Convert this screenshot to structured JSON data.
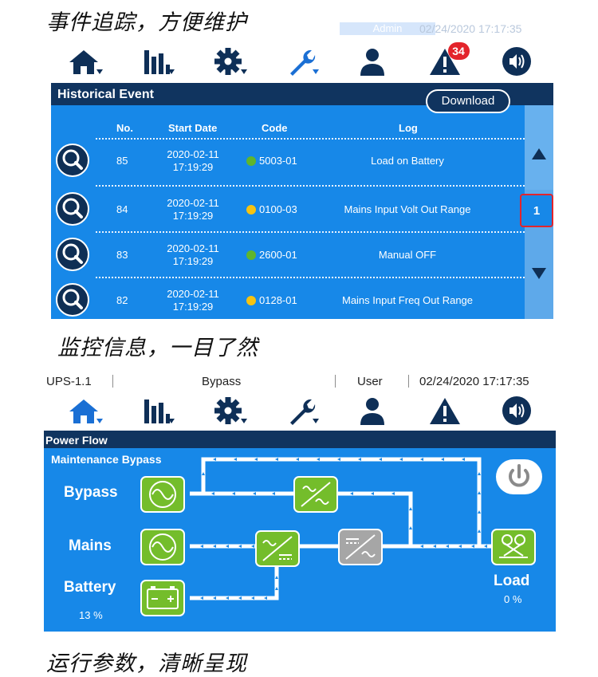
{
  "captions": {
    "top": "事件追踪，方便维护",
    "middle": "监控信息，一目了然",
    "bottom": "运行参数，清晰呈现"
  },
  "panel1": {
    "status": {
      "role": "Admin",
      "datetime": "02/24/2020  17:17:35"
    },
    "toolbar": [
      {
        "icon": "home-icon"
      },
      {
        "icon": "bar-chart-icon"
      },
      {
        "icon": "gear-icon"
      },
      {
        "icon": "wrench-icon",
        "active": true
      },
      {
        "icon": "user-icon"
      },
      {
        "icon": "alarm-icon",
        "badge": "34"
      },
      {
        "icon": "speaker-icon"
      }
    ],
    "title": "Historical Event",
    "download_label": "Download",
    "columns": {
      "no": "No.",
      "start_date": "Start Date",
      "code": "Code",
      "log": "Log"
    },
    "rows": [
      {
        "no": "85",
        "date": "2020-02-11",
        "time": "17:19:29",
        "status": "green",
        "code": "5003-01",
        "log": "Load on Battery"
      },
      {
        "no": "84",
        "date": "2020-02-11",
        "time": "17:19:29",
        "status": "yellow",
        "code": "0100-03",
        "log": "Mains Input Volt Out Range"
      },
      {
        "no": "83",
        "date": "2020-02-11",
        "time": "17:19:29",
        "status": "green",
        "code": "2600-01",
        "log": "Manual OFF"
      },
      {
        "no": "82",
        "date": "2020-02-11",
        "time": "17:19:29",
        "status": "yellow",
        "code": "0128-01",
        "log": "Mains Input Freq Out Range"
      }
    ],
    "page": "1",
    "status_colors": {
      "green": "#5fb52c",
      "yellow": "#f6c311"
    }
  },
  "panel2": {
    "status": {
      "device": "UPS-1.1",
      "mode": "Bypass",
      "user": "User",
      "datetime": "02/24/2020  17:17:35"
    },
    "title": "Power Flow",
    "subtitle": "Maintenance Bypass",
    "labels": {
      "bypass": "Bypass",
      "mains": "Mains",
      "battery": "Battery",
      "battery_level": "13 %",
      "load": "Load",
      "load_level": "0 %"
    }
  },
  "colors": {
    "navy": "#10345f",
    "panel_blue": "#1788e8",
    "accent_blue": "#1a6fd4",
    "green": "#74bd2b",
    "alarm_red": "#e3242b"
  }
}
